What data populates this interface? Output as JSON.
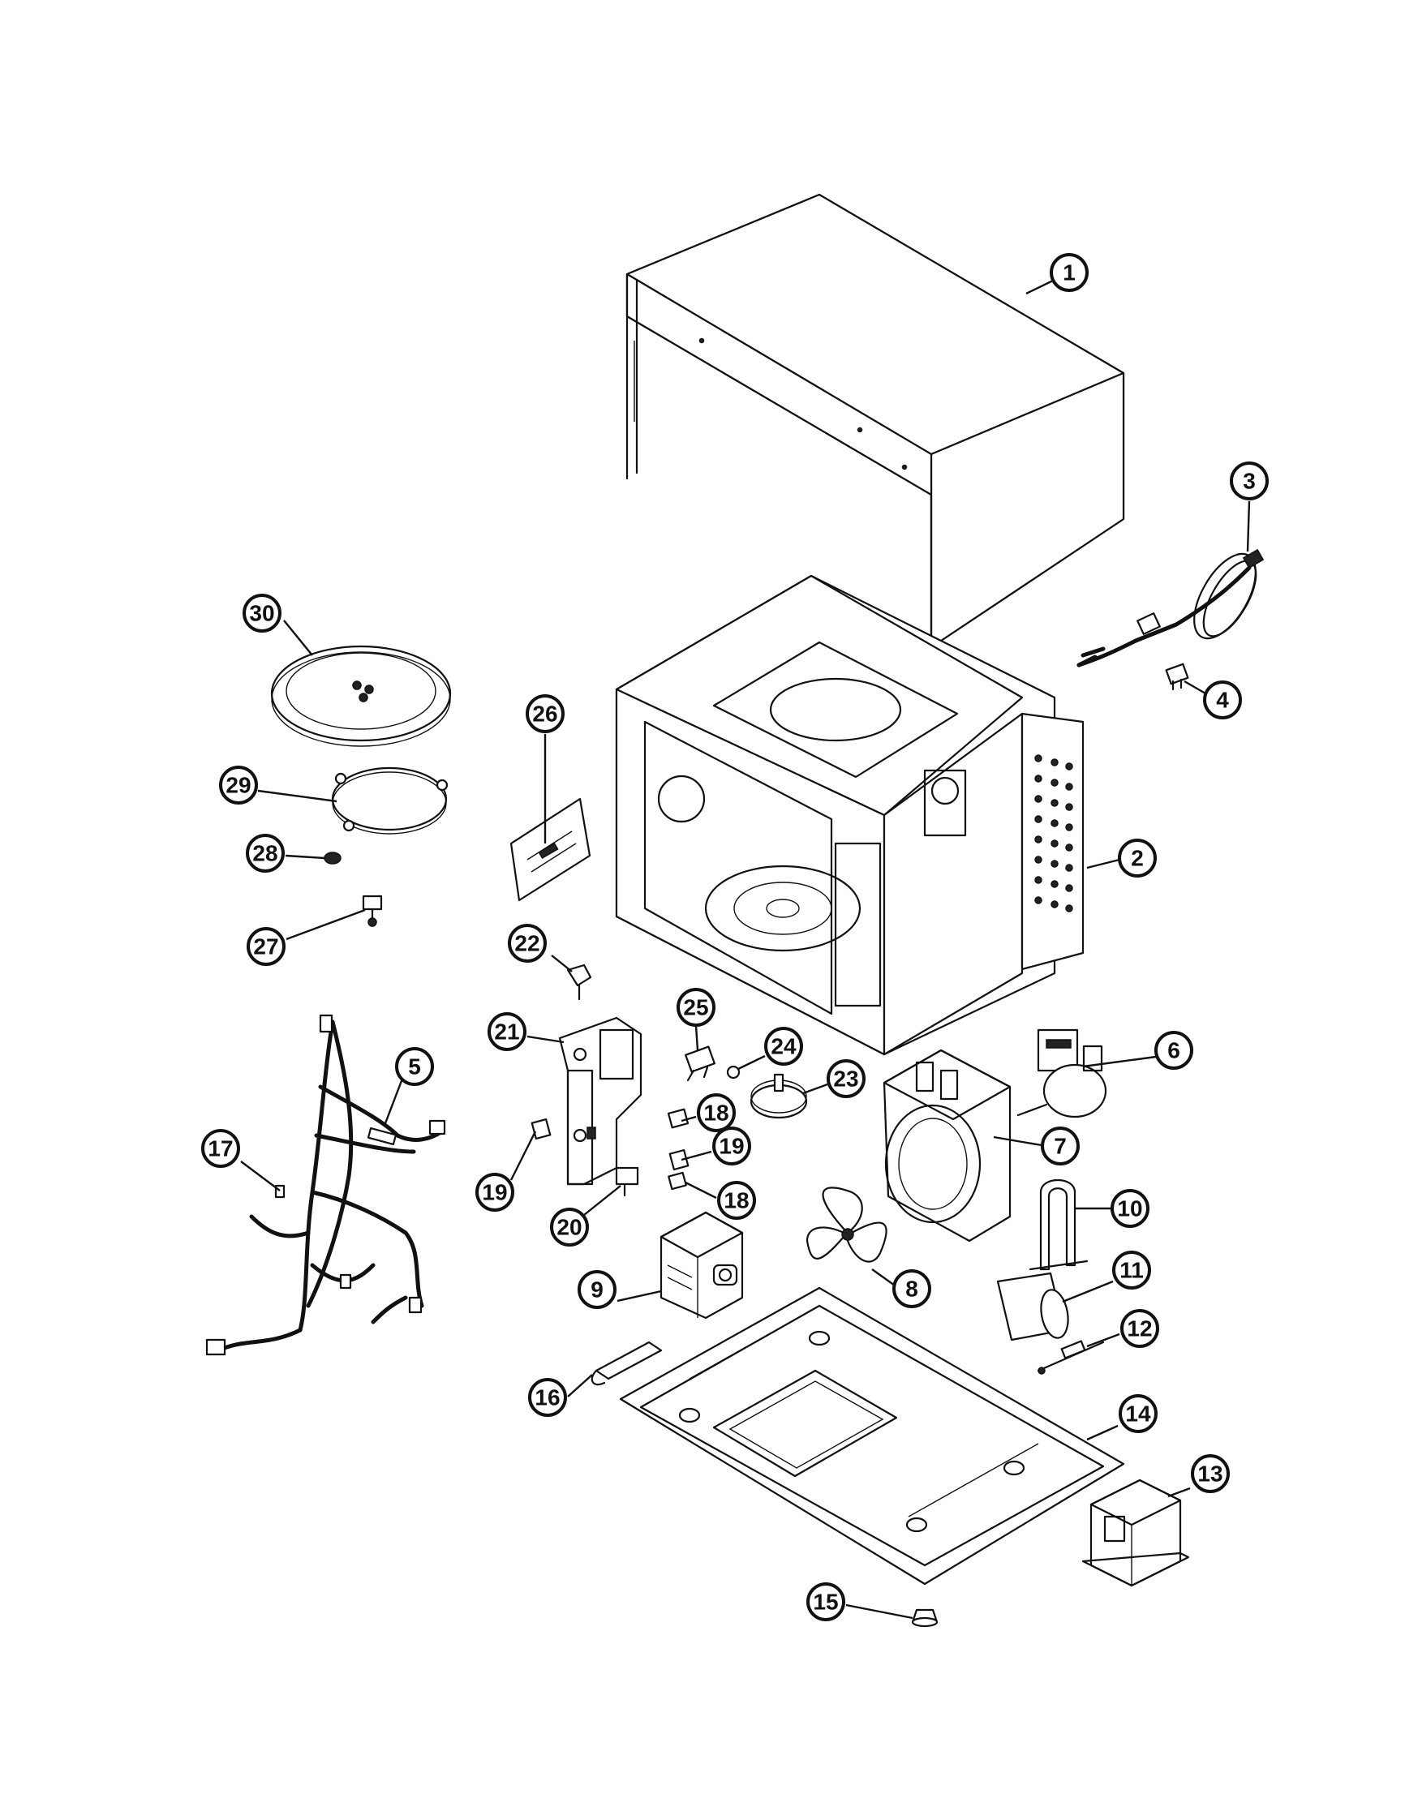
{
  "callouts": [
    {
      "id": "c1",
      "label": "1"
    },
    {
      "id": "c2",
      "label": "2"
    },
    {
      "id": "c3",
      "label": "3"
    },
    {
      "id": "c4",
      "label": "4"
    },
    {
      "id": "c5",
      "label": "5"
    },
    {
      "id": "c6",
      "label": "6"
    },
    {
      "id": "c7",
      "label": "7"
    },
    {
      "id": "c8",
      "label": "8"
    },
    {
      "id": "c9",
      "label": "9"
    },
    {
      "id": "c10",
      "label": "10"
    },
    {
      "id": "c11",
      "label": "11"
    },
    {
      "id": "c12",
      "label": "12"
    },
    {
      "id": "c13",
      "label": "13"
    },
    {
      "id": "c14",
      "label": "14"
    },
    {
      "id": "c15",
      "label": "15"
    },
    {
      "id": "c16",
      "label": "16"
    },
    {
      "id": "c17",
      "label": "17"
    },
    {
      "id": "c18a",
      "label": "18"
    },
    {
      "id": "c18b",
      "label": "18"
    },
    {
      "id": "c19a",
      "label": "19"
    },
    {
      "id": "c19b",
      "label": "19"
    },
    {
      "id": "c20",
      "label": "20"
    },
    {
      "id": "c21",
      "label": "21"
    },
    {
      "id": "c22",
      "label": "22"
    },
    {
      "id": "c23",
      "label": "23"
    },
    {
      "id": "c24",
      "label": "24"
    },
    {
      "id": "c25",
      "label": "25"
    },
    {
      "id": "c26",
      "label": "26"
    },
    {
      "id": "c27",
      "label": "27"
    },
    {
      "id": "c28",
      "label": "28"
    },
    {
      "id": "c29",
      "label": "29"
    },
    {
      "id": "c30",
      "label": "30"
    }
  ]
}
